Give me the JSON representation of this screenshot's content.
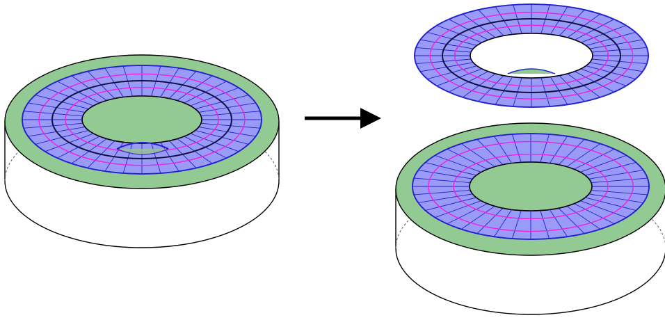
{
  "figure": {
    "colors": {
      "background": "#ffffff",
      "cylinder_top_green": "#93c993",
      "annulus_fill_blue": "#9a9af7",
      "grid_blue": "#2020d0",
      "circle_magenta": "#f020e0",
      "outline": "#000000",
      "hidden_edge_dotted": "#555555",
      "arrow": "#000000"
    },
    "elements": {
      "left": "solid-torus-with-embedded-annulus",
      "arrow": "right-arrow",
      "right_top": "separated-annulus",
      "right_bottom": "cut-solid-torus"
    }
  }
}
